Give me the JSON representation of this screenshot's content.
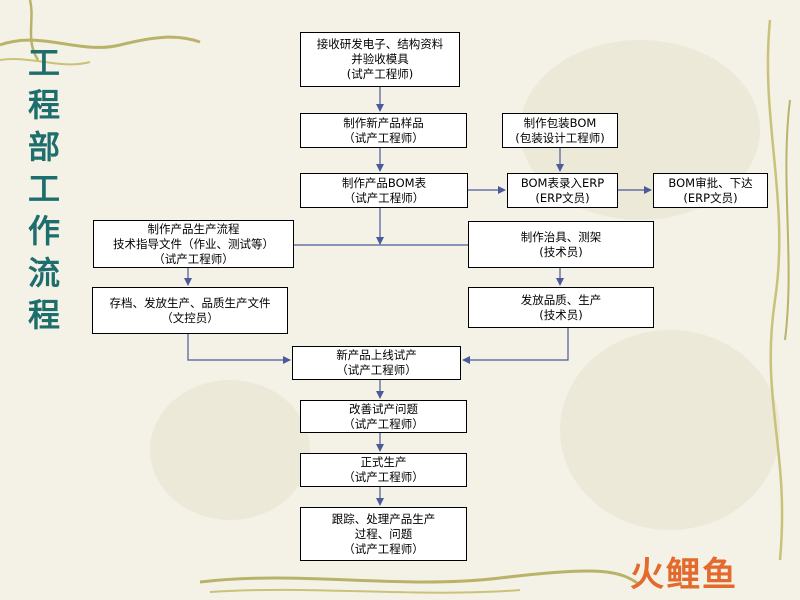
{
  "title": "工程部工作流程",
  "colors": {
    "title": "#1f6e6e",
    "line": "#4a5a9a",
    "box_border": "#000000",
    "box_fill": "#ffffff"
  },
  "nodes": {
    "receive": {
      "lines": [
        "接收研发电子、结构资料",
        "并验收模具",
        "(试产工程师)"
      ]
    },
    "sample": {
      "lines": [
        "制作新产品样品",
        "（试产工程师）"
      ]
    },
    "pack_bom": {
      "lines": [
        "制作包装BOM",
        "(包装设计工程师)"
      ]
    },
    "bom": {
      "lines": [
        "制作产品BOM表",
        "（试产工程师）"
      ]
    },
    "bom_erp": {
      "lines": [
        "BOM表录入ERP",
        "(ERP文员)"
      ]
    },
    "bom_approve": {
      "lines": [
        "BOM审批、下达",
        "(ERP文员)"
      ]
    },
    "process_doc": {
      "lines": [
        "制作产品生产流程",
        "技术指导文件（作业、测试等）",
        "（试产工程师）"
      ]
    },
    "fixture": {
      "lines": [
        "制作治具、测架",
        "(技术员)"
      ]
    },
    "archive": {
      "lines": [
        "存档、发放生产、品质生产文件",
        "（文控员）"
      ]
    },
    "issue": {
      "lines": [
        "发放品质、生产",
        "(技术员)"
      ]
    },
    "trial": {
      "lines": [
        "新产品上线试产",
        "（试产工程师）"
      ]
    },
    "improve": {
      "lines": [
        "改善试产问题",
        "（试产工程师）"
      ]
    },
    "formal": {
      "lines": [
        "正式生产",
        "（试产工程师）"
      ]
    },
    "track": {
      "lines": [
        "跟踪、处理产品生产",
        "过程、问题",
        "（试产工程师）"
      ]
    }
  },
  "logo": {
    "text": "火鲤鱼",
    "icon": "logo-mark"
  }
}
